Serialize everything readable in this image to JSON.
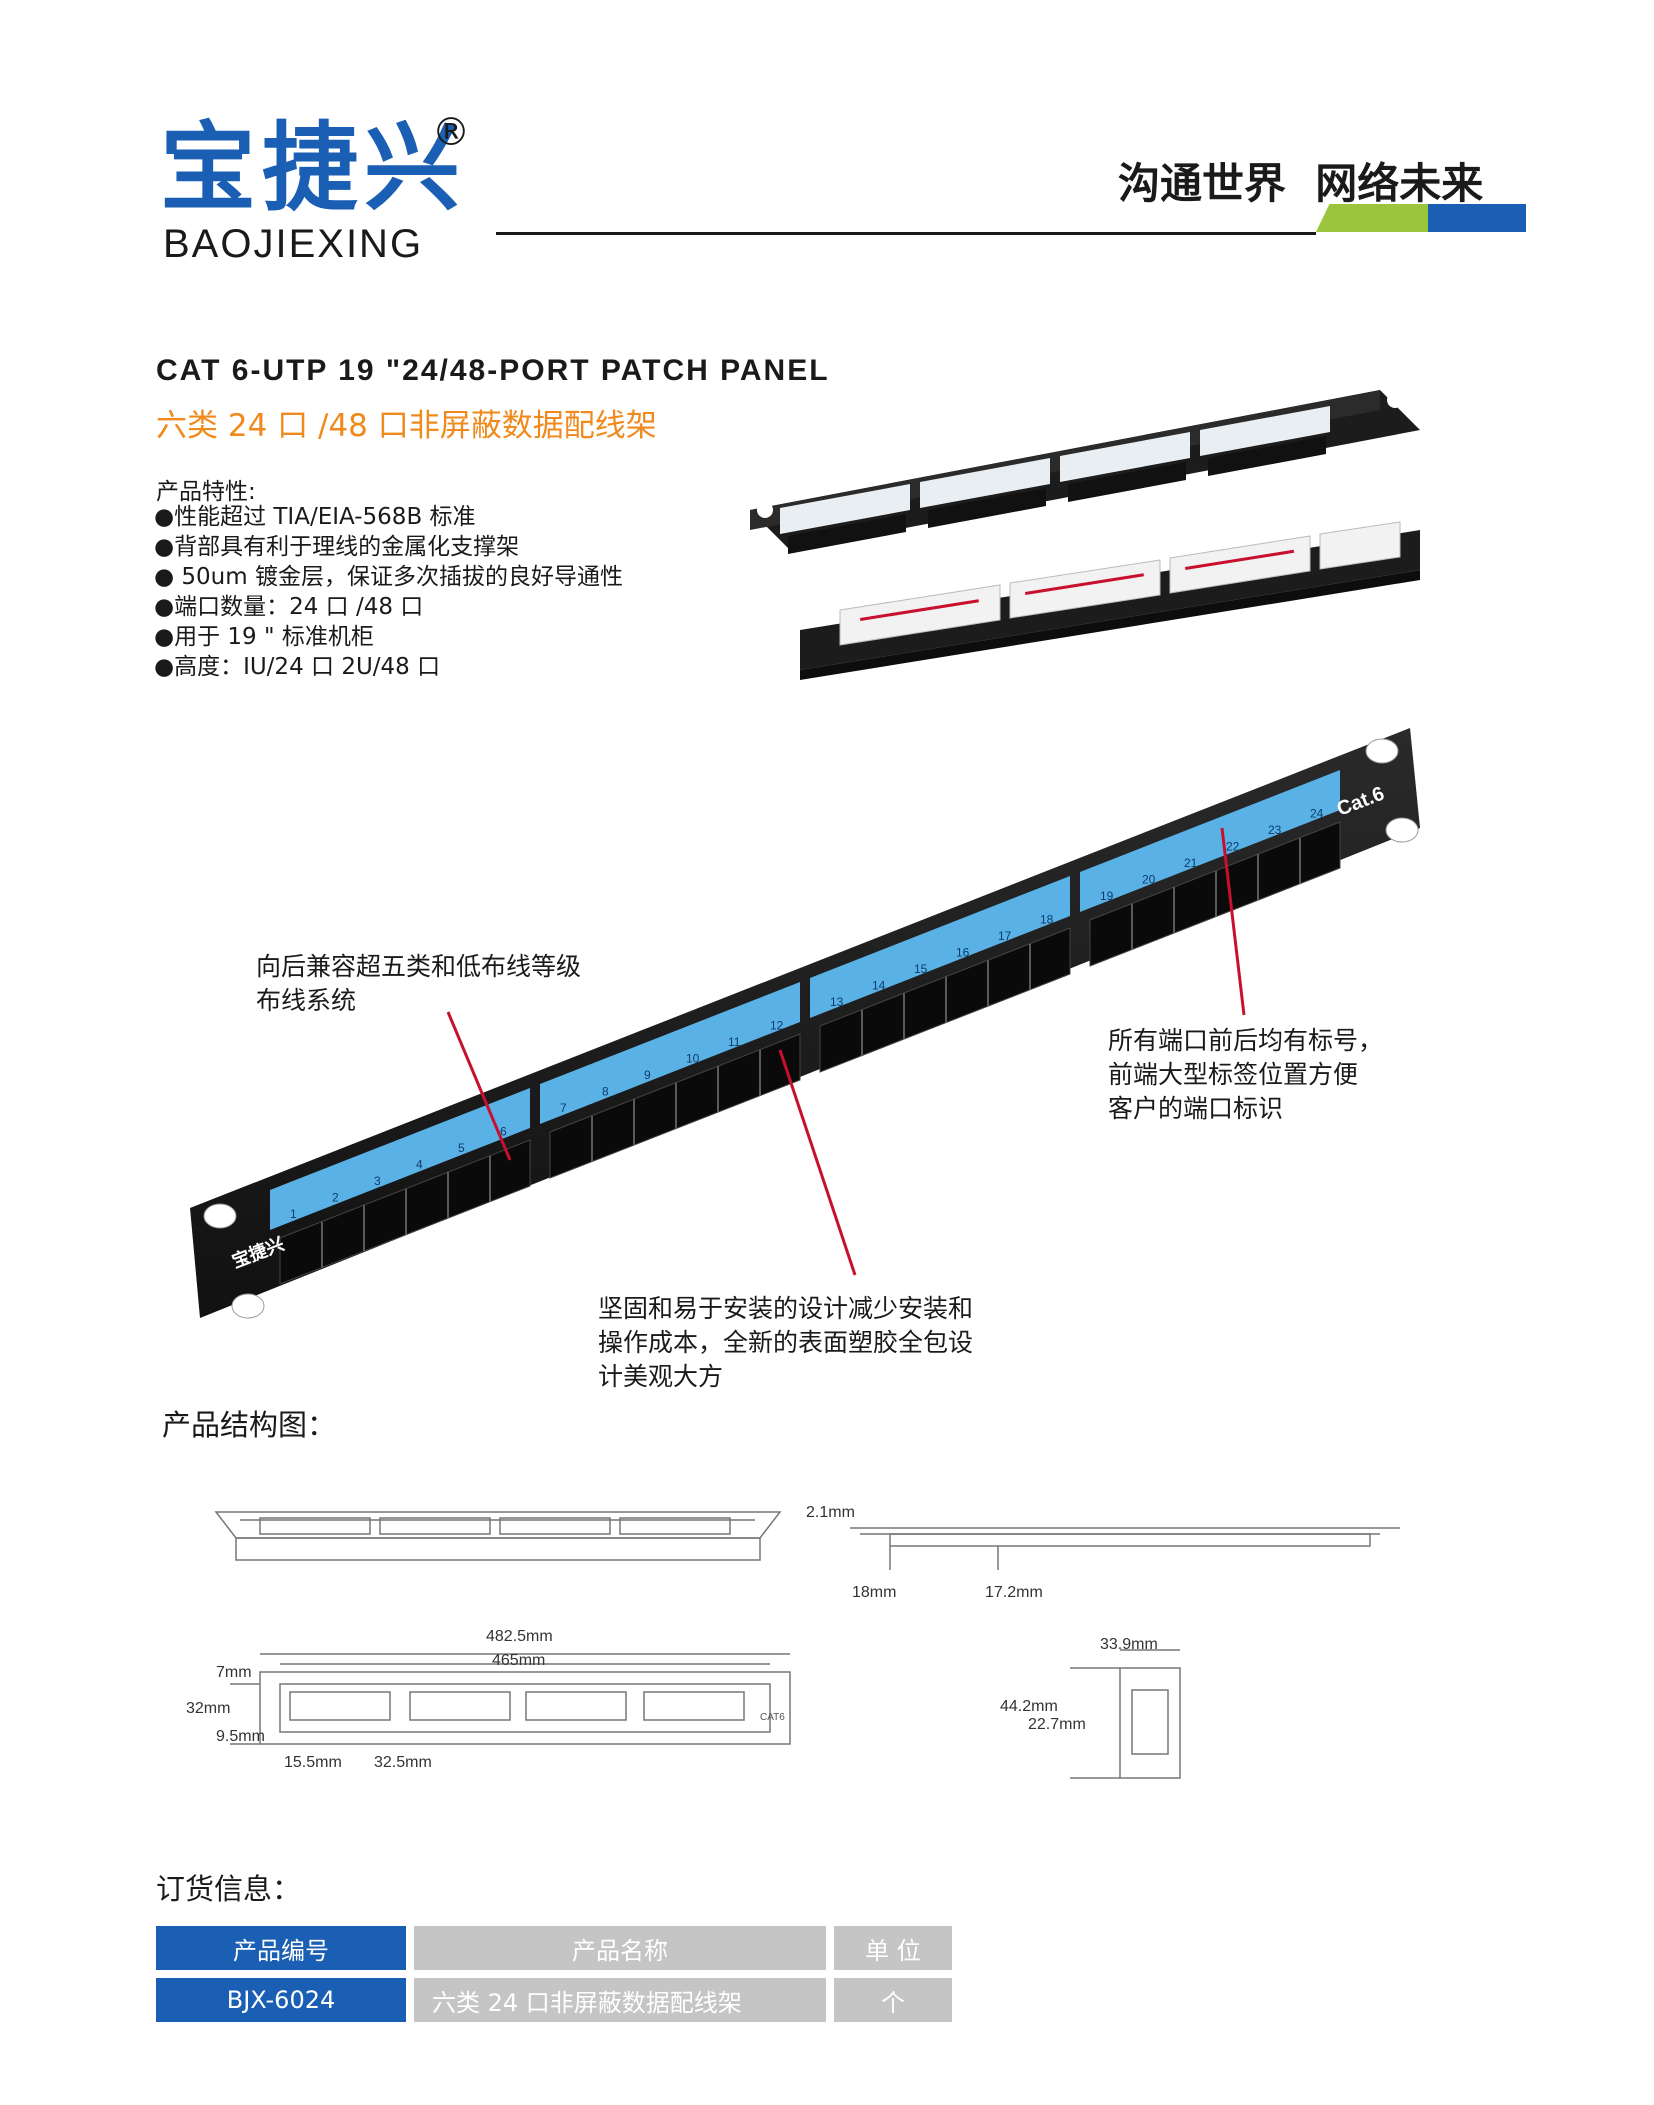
{
  "header": {
    "logo_cn": "宝捷兴",
    "logo_reg": "®",
    "logo_en": "BAOJIEXING",
    "slogan": "沟通世界  网络未来"
  },
  "product": {
    "title_en": "CAT 6-UTP 19 \"24/48-PORT PATCH PANEL",
    "title_cn": "六类 24 口 /48 口非屏蔽数据配线架"
  },
  "features": {
    "heading": "产品特性:",
    "items": [
      "●性能超过 TIA/EIA-568B 标准",
      "●背部具有利于理线的金属化支撑架",
      "● 50um 镀金层，保证多次插拔的良好导通性",
      "●端口数量：24 口 /48 口",
      "●用于 19 \" 标准机柜",
      "●高度：IU/24 口  2U/48 口"
    ]
  },
  "panel_labels": {
    "brand": "宝捷兴",
    "cat": "Cat.6",
    "ports": [
      "1",
      "2",
      "3",
      "4",
      "5",
      "6",
      "7",
      "8",
      "9",
      "10",
      "11",
      "12",
      "13",
      "14",
      "15",
      "16",
      "17",
      "18",
      "19",
      "20",
      "21",
      "22",
      "23",
      "24"
    ]
  },
  "callouts": {
    "left": [
      "向后兼容超五类和低布线等级",
      "布线系统"
    ],
    "right": [
      "所有端口前后均有标号，",
      "前端大型标签位置方便",
      "客户的端口标识"
    ],
    "bottom": [
      "坚固和易于安装的设计减少安装和",
      "操作成本，全新的表面塑胶全包设",
      "计美观大方"
    ]
  },
  "structure": {
    "heading": "产品结构图：",
    "dims": {
      "d1": "2.1mm",
      "d2": "18mm",
      "d3": "17.2mm",
      "d4": "482.5mm",
      "d5": "465mm",
      "d6": "7mm",
      "d7": "32mm",
      "d8": "9.5mm",
      "d9": "15.5mm",
      "d10": "32.5mm",
      "d11": "33.9mm",
      "d12": "44.2mm",
      "d13": "22.7mm",
      "drawing_cat": "CAT6"
    }
  },
  "order": {
    "heading": "订货信息：",
    "headers": {
      "code": "产品编号",
      "name": "产品名称",
      "unit": "单    位"
    },
    "row": {
      "code": "BJX-6024",
      "name": "六类 24 口非屏蔽数据配线架",
      "unit": "个"
    }
  },
  "colors": {
    "brand_blue": "#1a5fb4",
    "accent_orange": "#f08a1c",
    "accent_green": "#9bc53d",
    "table_gray": "#c5c5c5",
    "callout_red": "#c8102e"
  }
}
